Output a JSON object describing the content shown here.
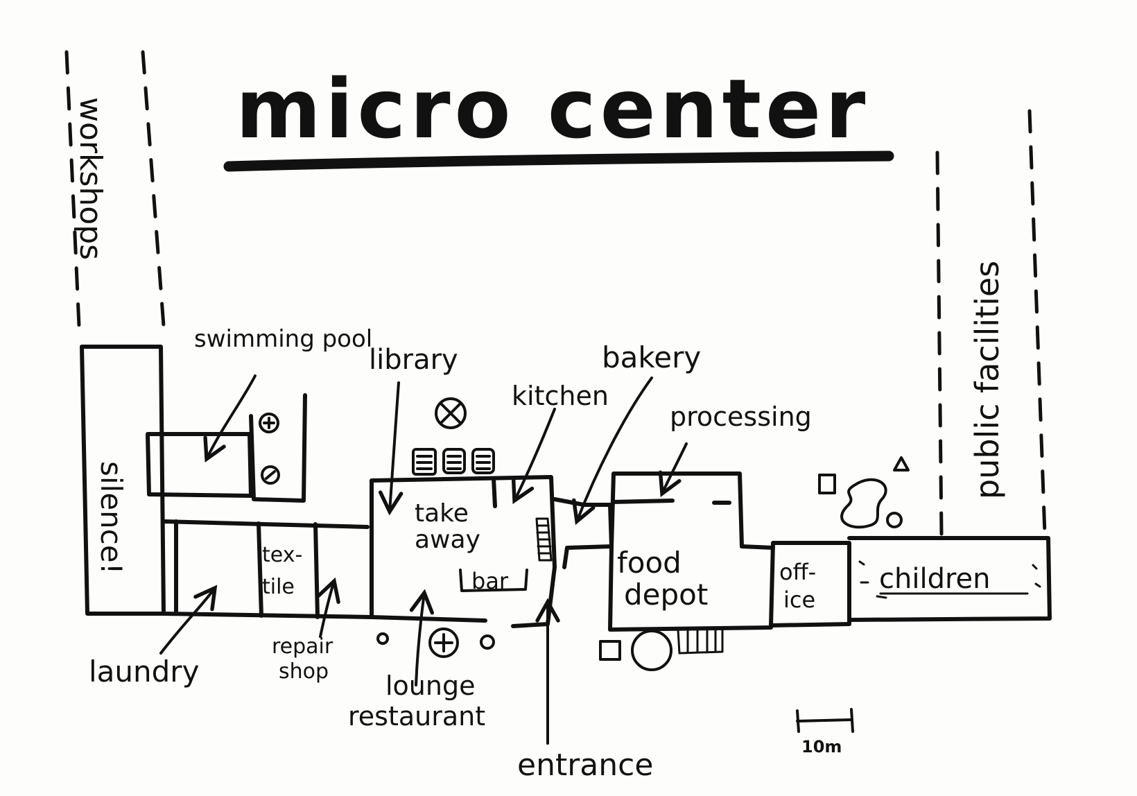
{
  "title": "micro center",
  "side_labels": {
    "left": "workshops",
    "right": "public facilities"
  },
  "rooms": {
    "silence": "silence!",
    "swimming_pool": "swimming pool",
    "laundry": "laundry",
    "textile_1": "tex-",
    "textile_2": "tile",
    "repair_shop_1": "repair",
    "repair_shop_2": "shop",
    "library": "library",
    "take_away_1": "take",
    "take_away_2": "away",
    "bar": "bar",
    "lounge_1": "lounge",
    "lounge_2": "restaurant",
    "kitchen": "kitchen",
    "bakery": "bakery",
    "processing": "processing",
    "food_depot_1": "food",
    "food_depot_2": "depot",
    "office_1": "off-",
    "office_2": "ice",
    "children": "children",
    "entrance": "entrance"
  },
  "scale": {
    "label": "10m"
  }
}
